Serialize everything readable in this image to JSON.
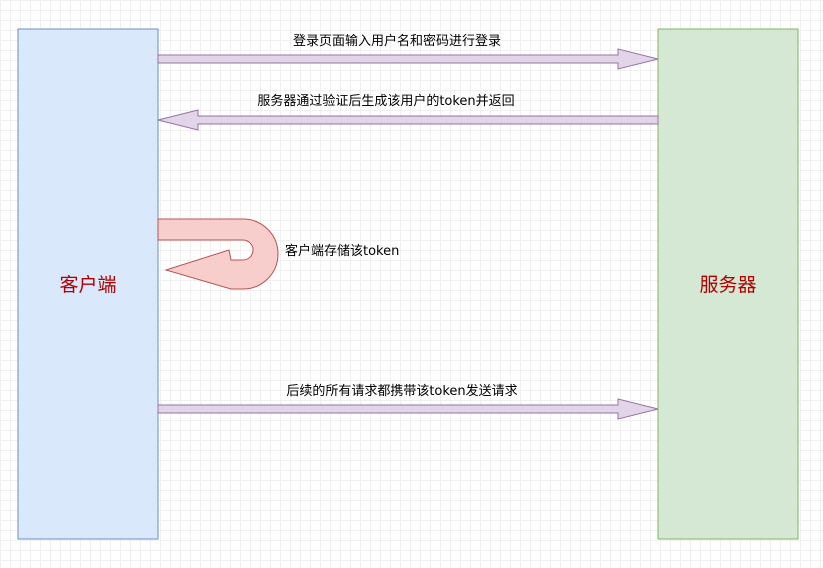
{
  "diagram": {
    "client": {
      "label": "客户端",
      "fill": "#dae8fc",
      "stroke": "#6c8ebf",
      "text_color": "#b20000"
    },
    "server": {
      "label": "服务器",
      "fill": "#d5e8d4",
      "stroke": "#82b366",
      "text_color": "#b20000"
    },
    "arrow_colors": {
      "flow_fill": "#e1d5e7",
      "flow_stroke": "#9673a6",
      "loop_fill": "#f8cecc",
      "loop_stroke": "#b85450"
    },
    "messages": [
      {
        "label": "登录页面输入用户名和密码进行登录",
        "direction": "client-to-server"
      },
      {
        "label": "服务器通过验证后生成该用户的token并返回",
        "direction": "server-to-client"
      },
      {
        "label": "客户端存储该token",
        "direction": "self"
      },
      {
        "label": "后续的所有请求都携带该token发送请求",
        "direction": "client-to-server"
      }
    ]
  }
}
